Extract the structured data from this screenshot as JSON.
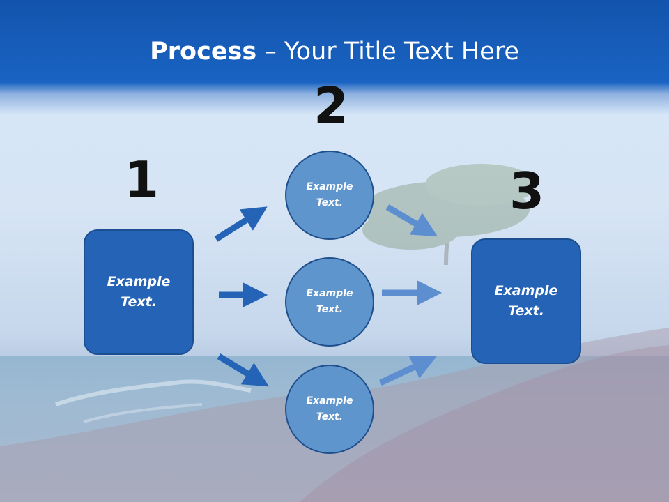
{
  "slide": {
    "title_bold": "Process",
    "title_rest": " – Your Title Text Here"
  },
  "steps": {
    "step1_number": "1",
    "step2_number": "2",
    "step3_number": "3"
  },
  "boxes": {
    "left_text_line1": "Example",
    "left_text_line2": "Text.",
    "right_text_line1": "Example",
    "right_text_line2": "Text."
  },
  "circles": [
    {
      "line1": "Example",
      "line2": "Text."
    },
    {
      "line1": "Example",
      "line2": "Text."
    },
    {
      "line1": "Example",
      "line2": "Text."
    }
  ],
  "colors": {
    "header_blue": "#1a63c2",
    "box_blue": "#2463b5",
    "circle_blue": "#5f95cd",
    "arrow_dark": "#2463b5",
    "arrow_light": "#5d8fd0"
  }
}
